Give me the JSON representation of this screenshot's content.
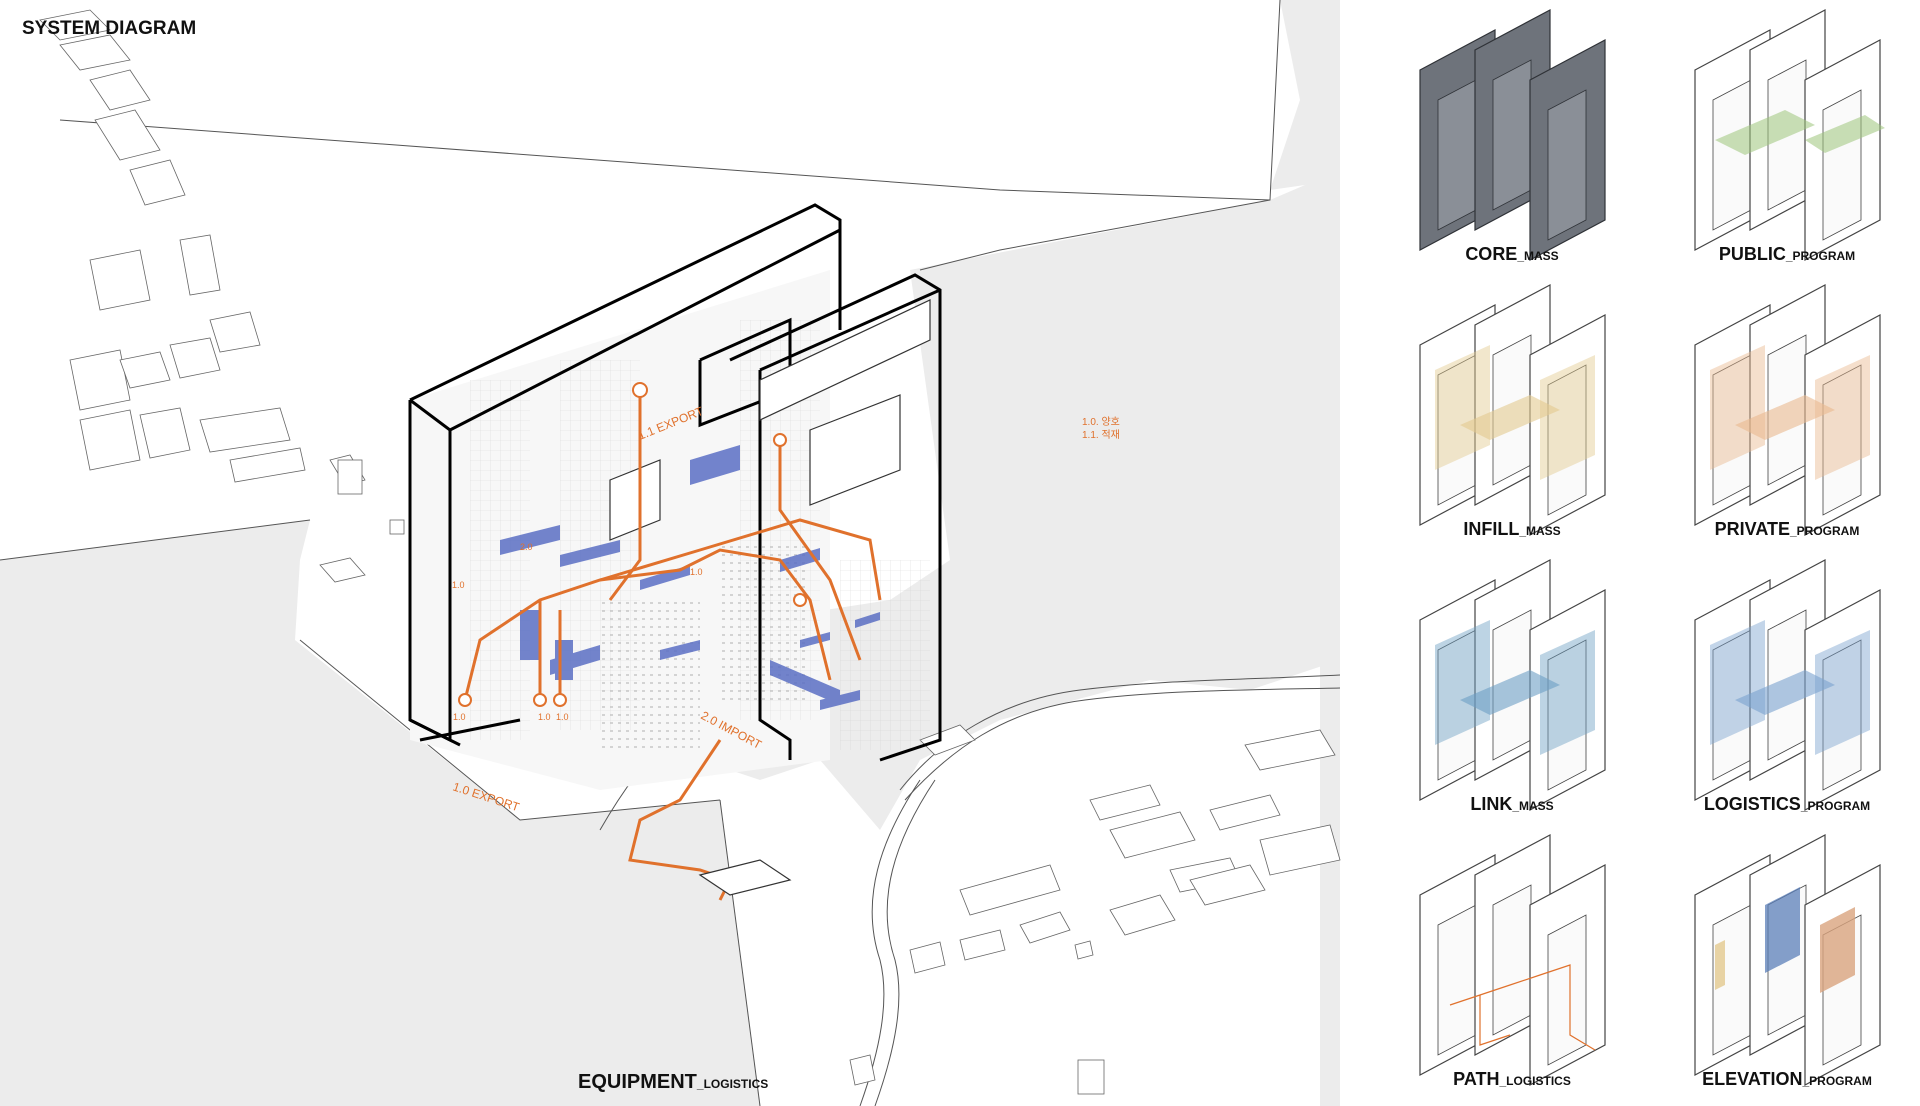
{
  "title": "SYSTEM DIAGRAM",
  "main_caption": {
    "main": "EQUIPMENT",
    "sub": "_LOGISTICS"
  },
  "annotations": {
    "export_1": "1.1 EXPORT",
    "export_2": "1.0 EXPORT",
    "import": "2.0 IMPORT",
    "legend_line1": "1.0. 양호",
    "legend_line2": "1.1. 적재",
    "n1": "1.0",
    "n2": "1.0",
    "n3": "1.0",
    "n4": "1.0",
    "n5": "1.0",
    "n6": "2.0"
  },
  "panels": [
    {
      "main": "CORE",
      "sub": "_MASS",
      "fill": "#6e737b",
      "accent": "#6e737b"
    },
    {
      "main": "PUBLIC",
      "sub": "_PROGRAM",
      "fill": "#ffffff",
      "accent": "#9cc47a"
    },
    {
      "main": "INFILL",
      "sub": "_MASS",
      "fill": "#ffffff",
      "accent": "#e3c98f"
    },
    {
      "main": "PRIVATE",
      "sub": "_PROGRAM",
      "fill": "#ffffff",
      "accent": "#e9b98f"
    },
    {
      "main": "LINK",
      "sub": "_MASS",
      "fill": "#ffffff",
      "accent": "#6d9fc4"
    },
    {
      "main": "LOGISTICS",
      "sub": "_PROGRAM",
      "fill": "#ffffff",
      "accent": "#7aa1cf"
    },
    {
      "main": "PATH",
      "sub": "_LOGISTICS",
      "fill": "#ffffff",
      "accent": "#e0712c"
    },
    {
      "main": "ELEVATION",
      "sub": "_PROGRAM",
      "fill": "#ffffff",
      "accent": "#5b7fb8"
    }
  ],
  "colors": {
    "path": "#e0712c",
    "logistics": "#5b6fc4",
    "ground": "#ececec"
  }
}
